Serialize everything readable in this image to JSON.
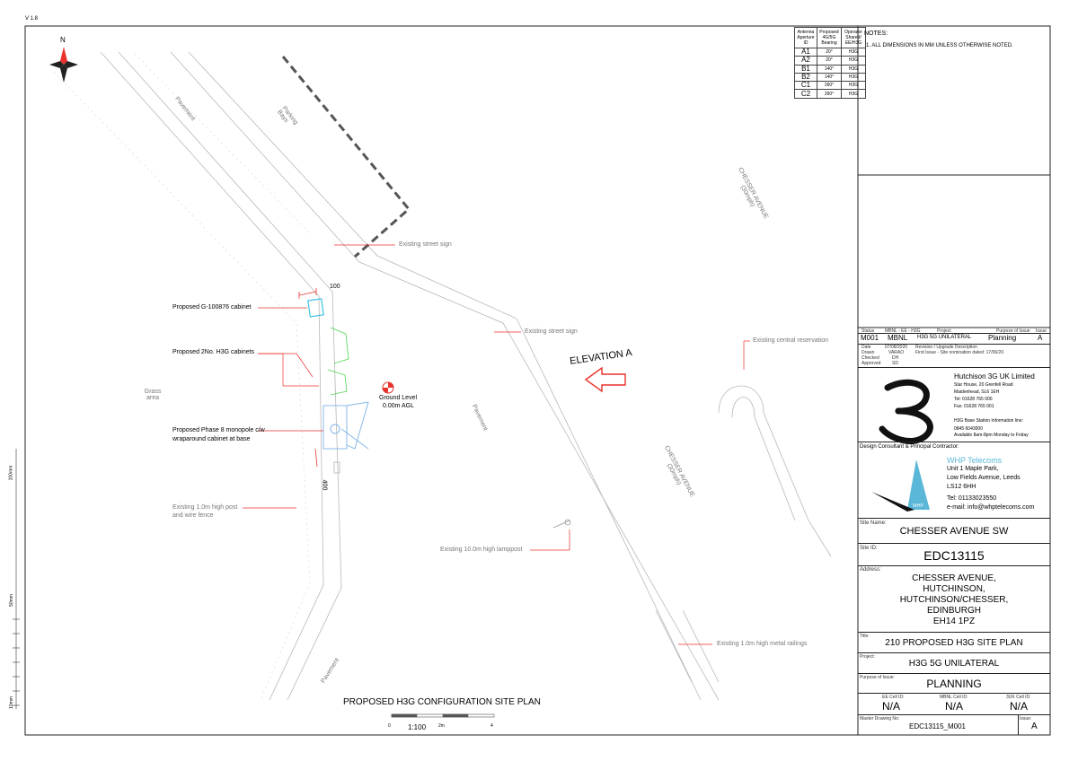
{
  "version": "V 1.8",
  "north": "N",
  "antenna_table": {
    "headers": [
      "Antenna Aperture ID",
      "Proposed 4G/5G Bearing",
      "Operator Shared/ EE/H3G"
    ],
    "rows": [
      [
        "A1",
        "20°",
        "H3G"
      ],
      [
        "A2",
        "20°",
        "H3G"
      ],
      [
        "B1",
        "140°",
        "H3G"
      ],
      [
        "B2",
        "140°",
        "H3G"
      ],
      [
        "C1",
        "260°",
        "H3G"
      ],
      [
        "C2",
        "260°",
        "H3G"
      ]
    ]
  },
  "notes": {
    "title": "NOTES:",
    "items": [
      "1.        ALL DIMENSIONS IN MM UNLESS OTHERWISE NOTED."
    ]
  },
  "plan_labels": {
    "pavement_1": "Pavement",
    "parking_bays": "Parking Bays",
    "pavement_2": "Pavement",
    "pavement_3": "Pavement",
    "chesser_1": "CHESSER AVENUE (30mph)",
    "chesser_2": "CHESSER AVENUE (30mph)",
    "grass": "Grass area",
    "elevation": "ELEVATION A",
    "ground_level": "Ground Level",
    "agl": "0.00m AGL",
    "dim_100": "100",
    "dim_400": "400"
  },
  "callouts": {
    "existing_street_sign_1": "Existing street sign",
    "existing_street_sign_2": "Existing street sign",
    "existing_central_reservation": "Existing central reservation",
    "proposed_cabinet": "Proposed G-100876 cabinet",
    "proposed_h3g_cabinets": "Proposed 2No. H3G cabinets",
    "monopole_1": "Proposed Phase 8 monopole c/w",
    "monopole_2": "wraparound cabinet at base",
    "fence_1": "Existing 1.0m high post",
    "fence_2": "and wire fence",
    "lamppost": "Existing 10.0m high lamppost",
    "railings": "Existing 1.0m high metal railings"
  },
  "plan_title": "PROPOSED H3G CONFIGURATION SITE PLAN",
  "scale": {
    "label": "1:100",
    "zero": "0",
    "mid": "2m",
    "end": "4"
  },
  "ruler": {
    "r100": "100mm",
    "r50": "50mm",
    "r10": "10mm"
  },
  "revision": {
    "headers": [
      "Status",
      "MBNL - EE - H3G",
      "Project",
      "Purpose of Issue",
      "Issue"
    ],
    "status": "M001",
    "mbnl": "MBNL",
    "project": "H3G 5G UNILATERAL",
    "purpose": "Planning",
    "issue": "A",
    "rows": [
      [
        "Date",
        "07/08/2020",
        "Revision / Upgrade Description"
      ],
      [
        "Drawn",
        "VARAO",
        "First Issue - Site nomination dated: 17/06/20"
      ],
      [
        "Checked",
        "DH",
        ""
      ],
      [
        "Approved",
        "SD",
        ""
      ]
    ]
  },
  "hutchison": {
    "name": "Hutchison 3G UK Limited",
    "addr1": "Star House, 20 Grenfell Road",
    "addr2": "Maidenhead, SL6 1EH",
    "tel": "Tel: 01628 765 000",
    "fax": "Fax: 01628 765 001",
    "info1": "H3G Base Station Information line:",
    "info2": "0845 6043000",
    "info3": "Available 8am-8pm Monday to Friday"
  },
  "consultant": {
    "caption": "Design Consultant & Principal Contractor:",
    "name": "WHP Telecoms",
    "addr1": "Unit 1 Maple Park,",
    "addr2": "Low Fields Avenue, Leeds",
    "addr3": "LS12 6HH",
    "tel": "Tel: 01133023550",
    "email": "e-mail: info@whptelecoms.com",
    "logo_text": "WHP"
  },
  "site_name": {
    "caption": "Site Name:",
    "value": "CHESSER AVENUE SW"
  },
  "site_id": {
    "caption": "Site ID:",
    "value": "EDC13115"
  },
  "address": {
    "caption": "Address:",
    "lines": [
      "CHESSER AVENUE,",
      "HUTCHINSON,",
      "HUTCHINSON/CHESSER,",
      "EDINBURGH",
      "EH14 1PZ"
    ]
  },
  "title": {
    "caption": "Title:",
    "value": "210 PROPOSED H3G SITE PLAN"
  },
  "project": {
    "caption": "Project:",
    "value": "H3G 5G UNILATERAL"
  },
  "purpose": {
    "caption": "Purpose of Issue:",
    "value": "PLANNING"
  },
  "cells": {
    "ee_caption": "EE Cell ID:",
    "ee": "N/A",
    "mbnl_caption": "MBNL Cell ID:",
    "mbnl": "N/A",
    "three_caption": "3UK Cell ID:",
    "three": "N/A"
  },
  "master": {
    "caption": "Master Drawing No:",
    "value": "EDC13115_M001",
    "issue_caption": "Issue:",
    "issue": "A"
  },
  "colors": {
    "red": "#e8322d",
    "cyan": "#3fc1e6",
    "green": "#4cd34c",
    "blue": "#7fb3e6",
    "whp": "#5bb7d8"
  }
}
